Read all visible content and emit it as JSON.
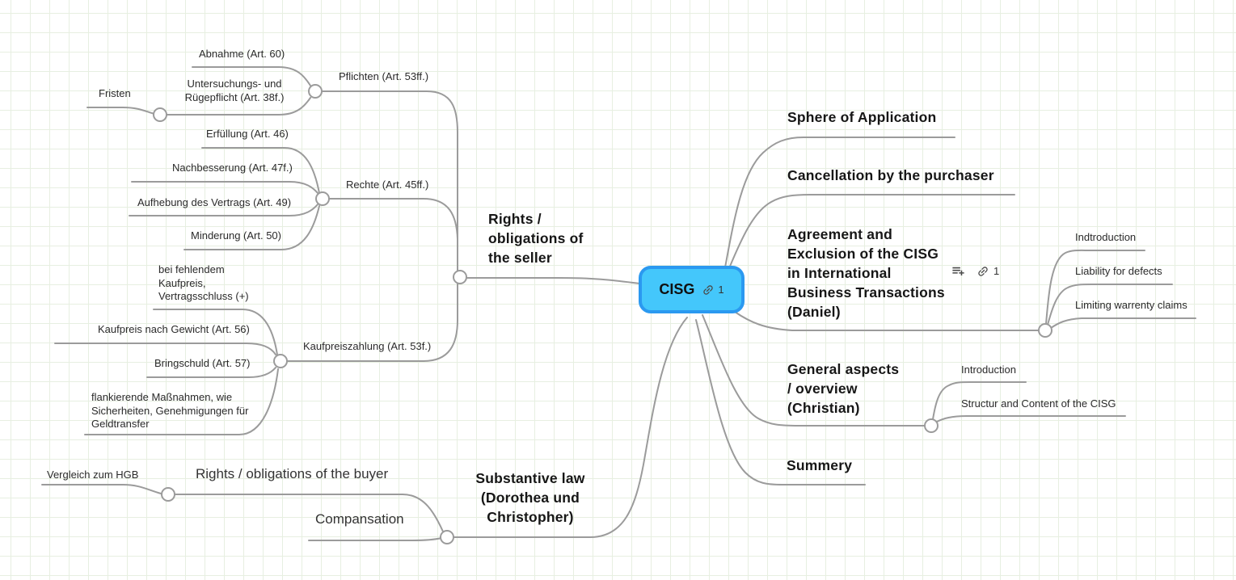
{
  "app": {
    "view": "mindmap-canvas"
  },
  "colors": {
    "root_fill": "#44c7fb",
    "root_border": "#2b99f0",
    "branch_line": "#9b9b9b",
    "grid_line": "#e7efe1",
    "text": "#2a2a2a"
  },
  "root": {
    "label": "CISG",
    "link_icon": "link-icon",
    "link_count": "1"
  },
  "left": {
    "seller": {
      "label": "Rights /\nobligations of\nthe seller"
    },
    "pflichten": {
      "label": "Pflichten (Art. 53ff.)"
    },
    "abnahme": {
      "label": "Abnahme (Art. 60)"
    },
    "untersuchungs": {
      "label": "Untersuchungs- und\nRügepflicht (Art. 38f.)"
    },
    "fristen": {
      "label": "Fristen"
    },
    "rechte": {
      "label": "Rechte (Art. 45ff.)"
    },
    "erfuellung": {
      "label": "Erfüllung (Art. 46)"
    },
    "nachbesserung": {
      "label": "Nachbesserung (Art. 47f.)"
    },
    "aufhebung": {
      "label": "Aufhebung des Vertrags (Art. 49)"
    },
    "minderung": {
      "label": "Minderung (Art. 50)"
    },
    "kaufpreiszahlung": {
      "label": "Kaufpreiszahlung (Art. 53f.)"
    },
    "bei_fehlendem": {
      "label": "bei fehlendem\nKaufpreis,\nVertragsschluss (+)"
    },
    "kaufpreis_gewicht": {
      "label": "Kaufpreis nach Gewicht (Art. 56)"
    },
    "bringschuld": {
      "label": "Bringschuld (Art. 57)"
    },
    "flankierende": {
      "label": "flankierende Maßnahmen, wie\nSicherheiten, Genehmigungen für\nGeldtransfer"
    }
  },
  "bottom": {
    "substantive": {
      "label": "Substantive law\n(Dorothea und\nChristopher)"
    },
    "buyer": {
      "label": "Rights / obligations of the buyer"
    },
    "vergleich": {
      "label": "Vergleich zum HGB"
    },
    "compansation": {
      "label": "Compansation"
    }
  },
  "right": {
    "sphere": {
      "label": "Sphere of Application"
    },
    "cancellation": {
      "label": "Cancellation by the purchaser"
    },
    "agreement": {
      "label": "Agreement and\nExclusion of the CISG\nin International\nBusiness Transactions\n(Daniel)",
      "notes_icon": "playlist-add-icon",
      "link_icon": "link-icon",
      "link_count": "1"
    },
    "indtroduction": {
      "label": "Indtroduction"
    },
    "liability": {
      "label": "Liability for defects"
    },
    "limiting": {
      "label": "Limiting warrenty claims"
    },
    "general": {
      "label": "General aspects\n/ overview\n(Christian)"
    },
    "introduction": {
      "label": "Introduction"
    },
    "structur": {
      "label": "Structur and Content of the CISG"
    },
    "summery": {
      "label": "Summery"
    }
  }
}
